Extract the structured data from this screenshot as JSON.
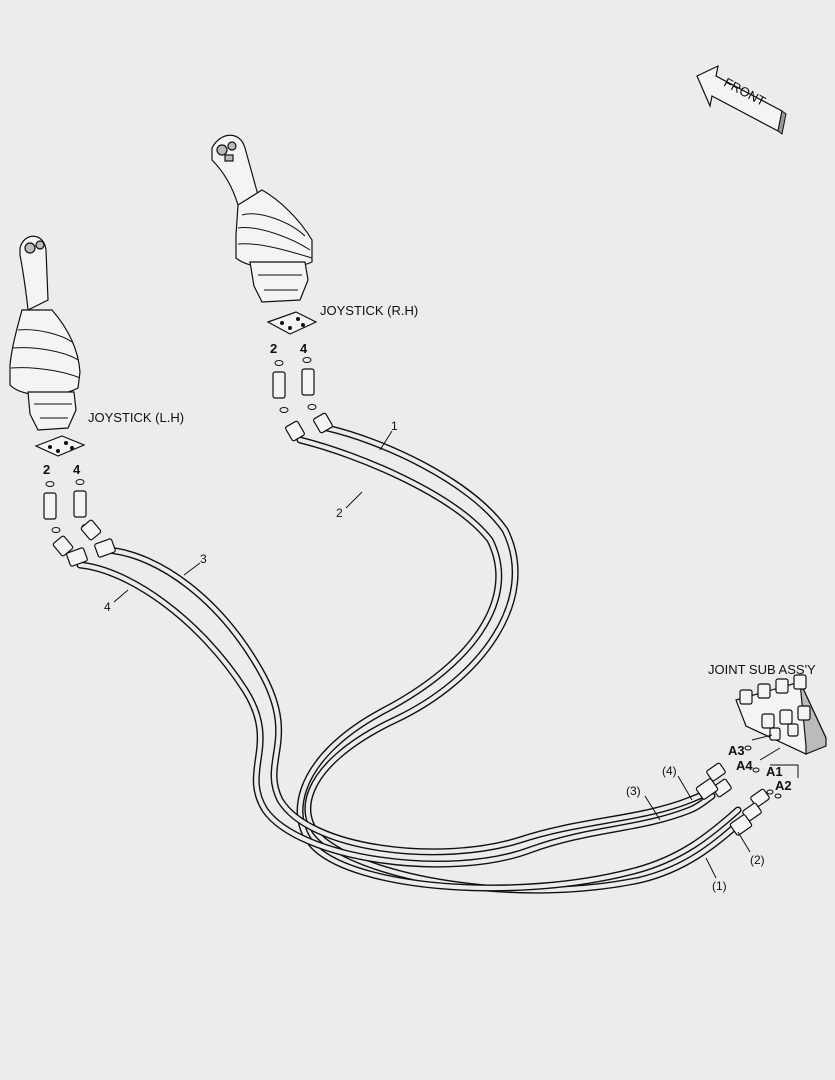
{
  "labels": {
    "front": "FRONT",
    "joystick_rh": "JOYSTICK (R.H)",
    "joystick_lh": "JOYSTICK (L.H)",
    "joint_sub_assy": "JOINT SUB ASS'Y"
  },
  "port_numbers": {
    "rh_left": "2",
    "rh_right": "4",
    "lh_left": "2",
    "lh_right": "4"
  },
  "joint_ports": {
    "a1": "A1",
    "a2": "A2",
    "a3": "A3",
    "a4": "A4"
  },
  "hose_callouts": {
    "h1": "1",
    "h2": "2",
    "h3": "3",
    "h4": "4",
    "p1": "(1)",
    "p2": "(2)",
    "p3": "(3)",
    "p4": "(4)"
  },
  "colors": {
    "background": "#ececec",
    "line": "#111111"
  }
}
